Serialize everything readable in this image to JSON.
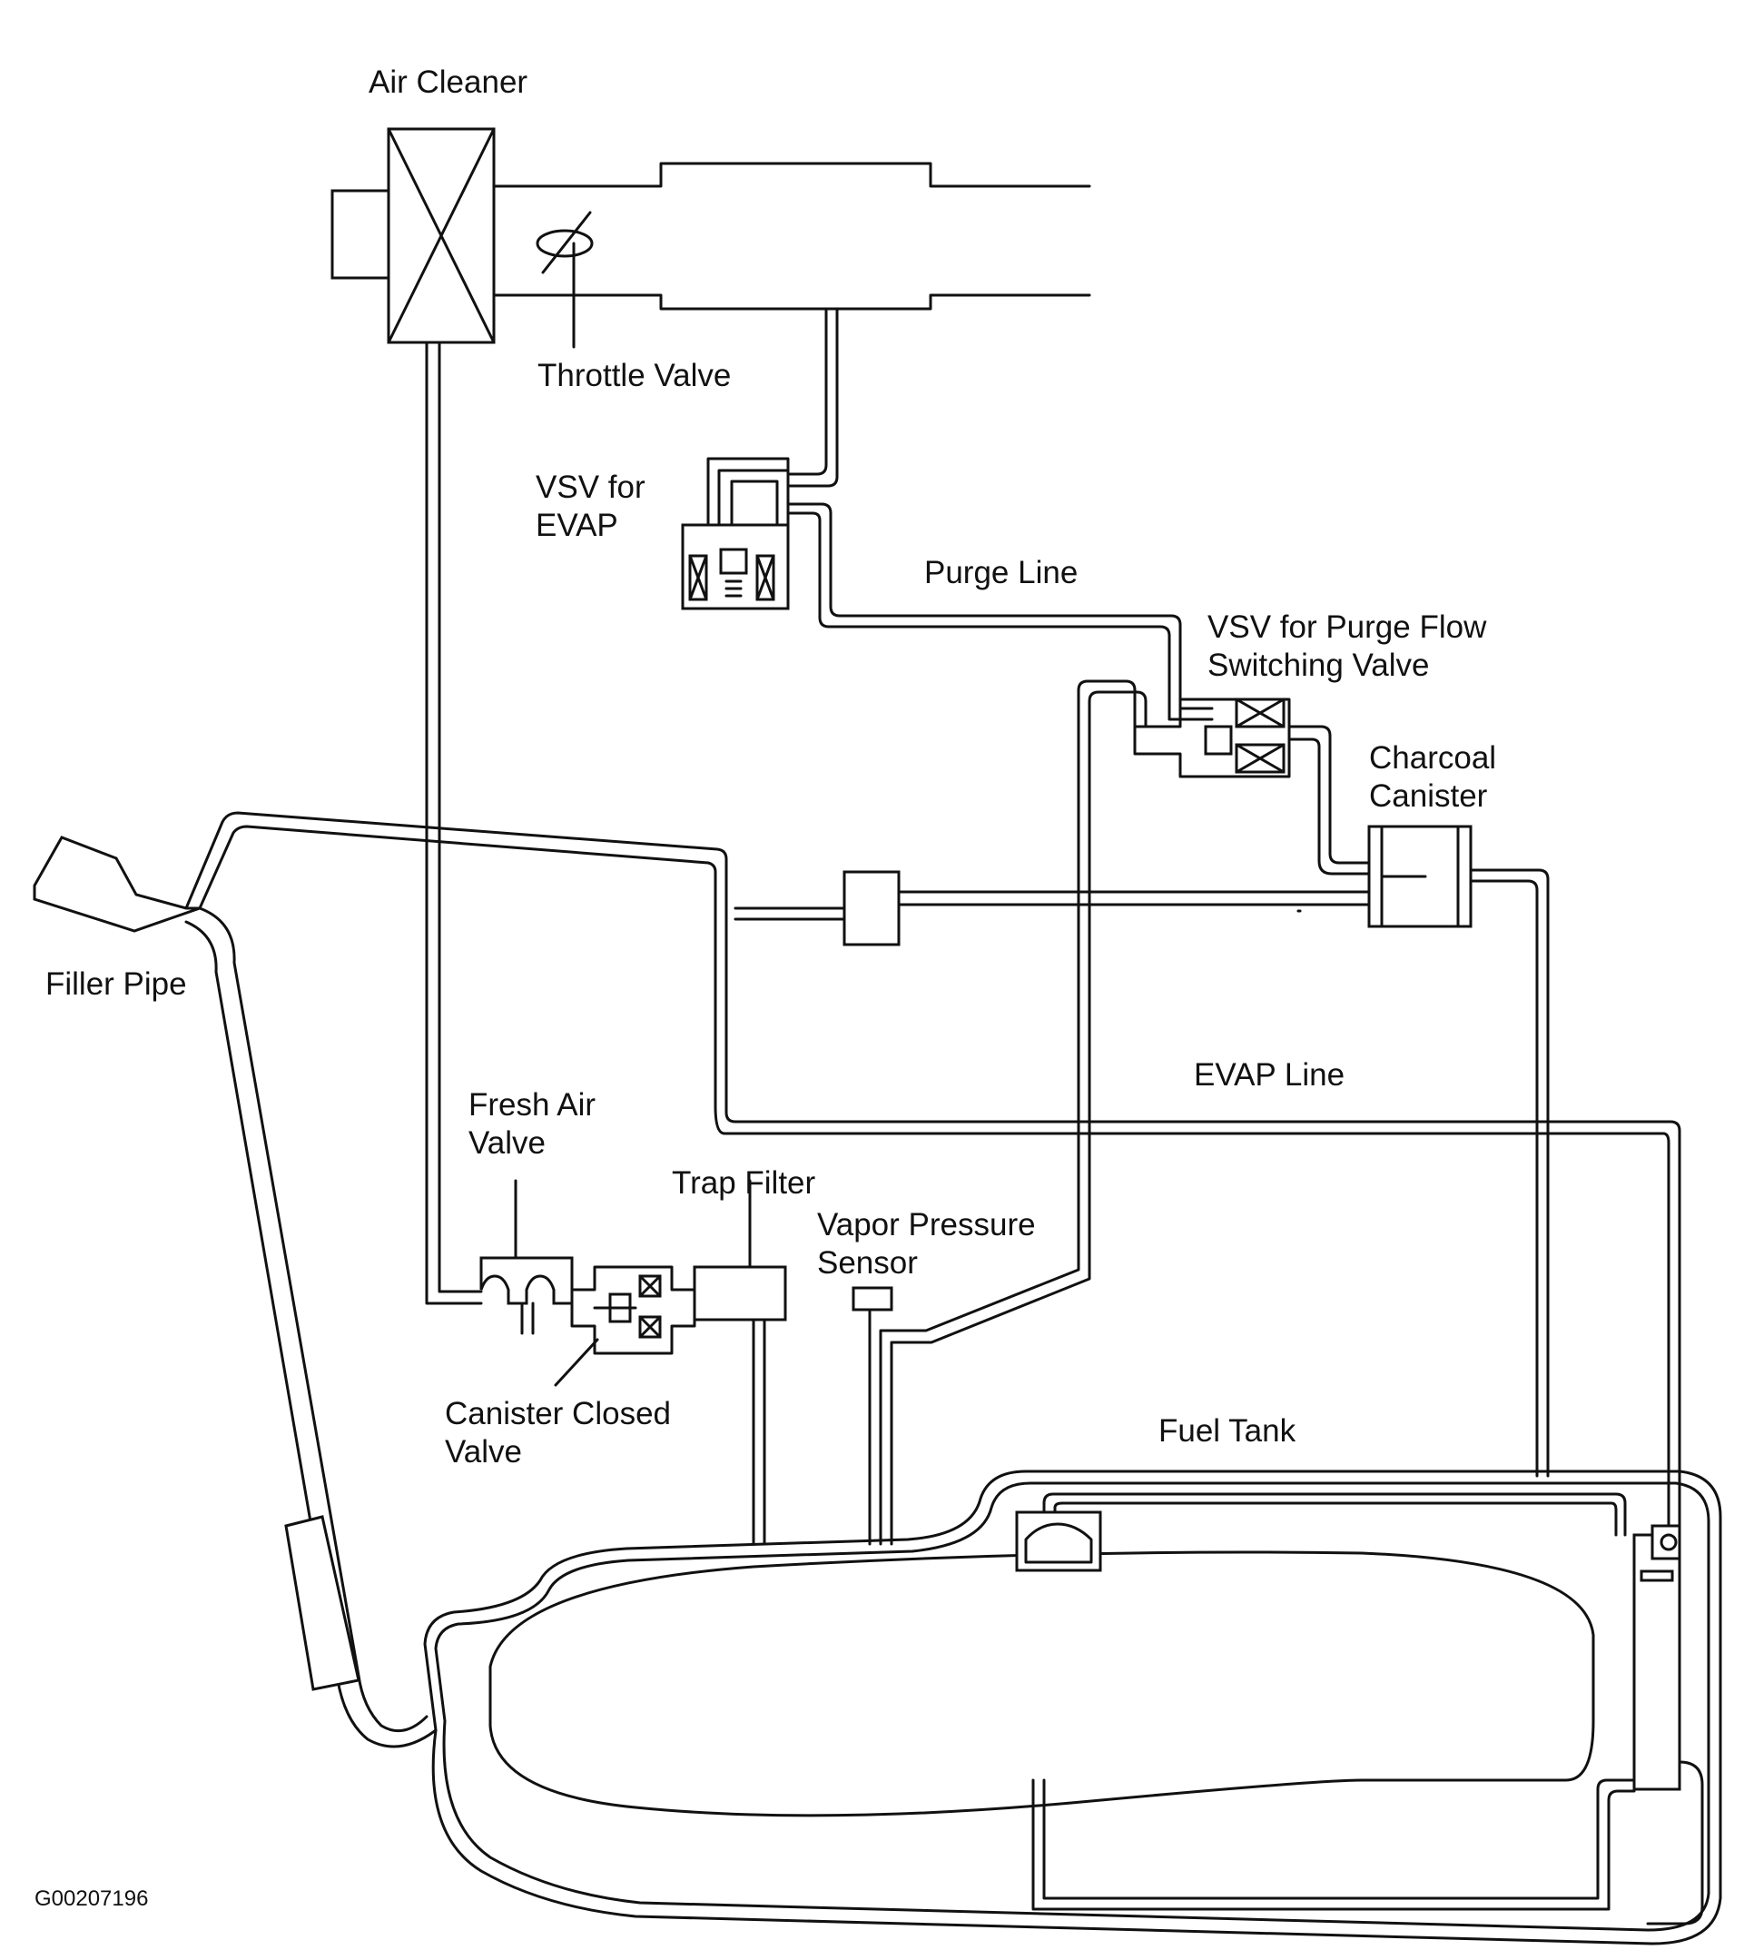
{
  "labels": {
    "air_cleaner": "Air Cleaner",
    "throttle_valve": "Throttle Valve",
    "vsv_evap_line1": "VSV for",
    "vsv_evap_line2": "EVAP",
    "purge_line": "Purge Line",
    "vsv_purge_line1": "VSV for Purge Flow",
    "vsv_purge_line2": "Switching Valve",
    "charcoal_line1": "Charcoal",
    "charcoal_line2": "Canister",
    "filler_pipe": "Filler Pipe",
    "evap_line": "EVAP Line",
    "fresh_air_line1": "Fresh Air",
    "fresh_air_line2": "Valve",
    "trap_filter": "Trap Filter",
    "vapor_line1": "Vapor Pressure",
    "vapor_line2": "Sensor",
    "canister_closed_line1": "Canister Closed",
    "canister_closed_line2": "Valve",
    "fuel_tank": "Fuel Tank"
  },
  "figure_code": "G00207196"
}
